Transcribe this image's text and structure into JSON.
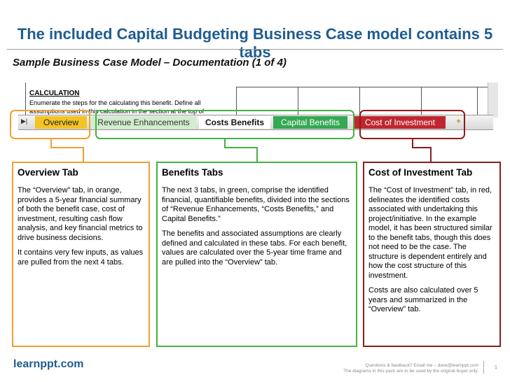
{
  "header": {
    "title": "The included Capital Budgeting Business Case model contains 5 tabs",
    "subtitle": "Sample Business Case Model – Documentation (1 of 4)"
  },
  "sheet": {
    "calc_heading": "CALCULATION",
    "instr_line1": "Enumerate the steps for the calculating this benefit. Define all",
    "instr_line2": "assumptions used in this calculation in the section at the top of"
  },
  "tabs": [
    {
      "label": "Overview",
      "color": "#f3c424"
    },
    {
      "label": "Revenue Enhancements",
      "color": "#d3ecd0"
    },
    {
      "label": "Costs Benefits",
      "color": "#ffffff"
    },
    {
      "label": "Capital Benefits",
      "color": "#35a853"
    },
    {
      "label": "Cost of Investment",
      "color": "#c0262d"
    }
  ],
  "boxes": {
    "overview": {
      "title": "Overview Tab",
      "p1": "The “Overview” tab, in orange, provides a 5-year financial summary of both the benefit case, cost of investment, resulting cash flow analysis, and key financial metrics to drive business decisions.",
      "p2": "It contains very few inputs, as values are pulled from the next 4 tabs."
    },
    "benefits": {
      "title": "Benefits Tabs",
      "p1": "The next 3 tabs, in green, comprise the identified financial, quantifiable benefits, divided into the sections of “Revenue Enhancements, “Costs Benefits,” and Capital Benefits.”",
      "p2": "The benefits and associated assumptions are clearly defined and calculated in these tabs.  For each benefit, values are calculated over the 5-year time frame and are pulled into the “Overview” tab."
    },
    "coi": {
      "title": "Cost of Investment Tab",
      "p1": "The “Cost of Investment” tab, in red, delineates the identified costs associated with undertaking this project/initiative.  In the example model, it has been structured similar to the benefit tabs, though this does not need to be the case.  The structure is dependent entirely and how the cost structure of this investment.",
      "p2": "Costs are also calculated over 5 years and summarized in the “Overview” tab."
    }
  },
  "footer": {
    "logo": "learnppt.com",
    "note1": "Questions & feedback?  Email me – dave@learnppt.com",
    "note2": "The diagrams in this pack are to be used by the original buyer only.",
    "page": "1"
  },
  "colors": {
    "title": "#1f5c8f",
    "overview": "#f0a030",
    "benefits": "#44b244",
    "cost": "#8a1d1d"
  }
}
